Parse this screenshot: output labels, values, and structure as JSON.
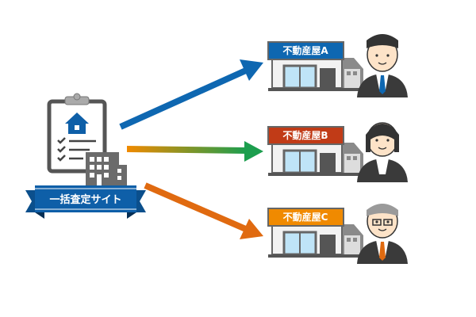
{
  "source": {
    "label": "一括査定サイト",
    "icon": "clipboard-house-building-icon",
    "color": "#0e5fa8"
  },
  "agencies": [
    {
      "label": "不動産屋A",
      "sign_color": "#0e67b1",
      "arrow": "blue-arrow",
      "person": "businessman-icon",
      "tie_color": "#0e67b1"
    },
    {
      "label": "不動産屋B",
      "sign_color": "#c13b17",
      "arrow": "orange-green-arrow",
      "person": "businesswoman-icon"
    },
    {
      "label": "不動産屋C",
      "sign_color": "#f08a00",
      "arrow": "orange-arrow",
      "person": "senior-businessman-icon",
      "tie_color": "#e06a10"
    }
  ],
  "colors": {
    "blue": "#0e67b1",
    "green": "#1c9e4e",
    "orange": "#e8740e",
    "gray": "#5a5a5a"
  }
}
